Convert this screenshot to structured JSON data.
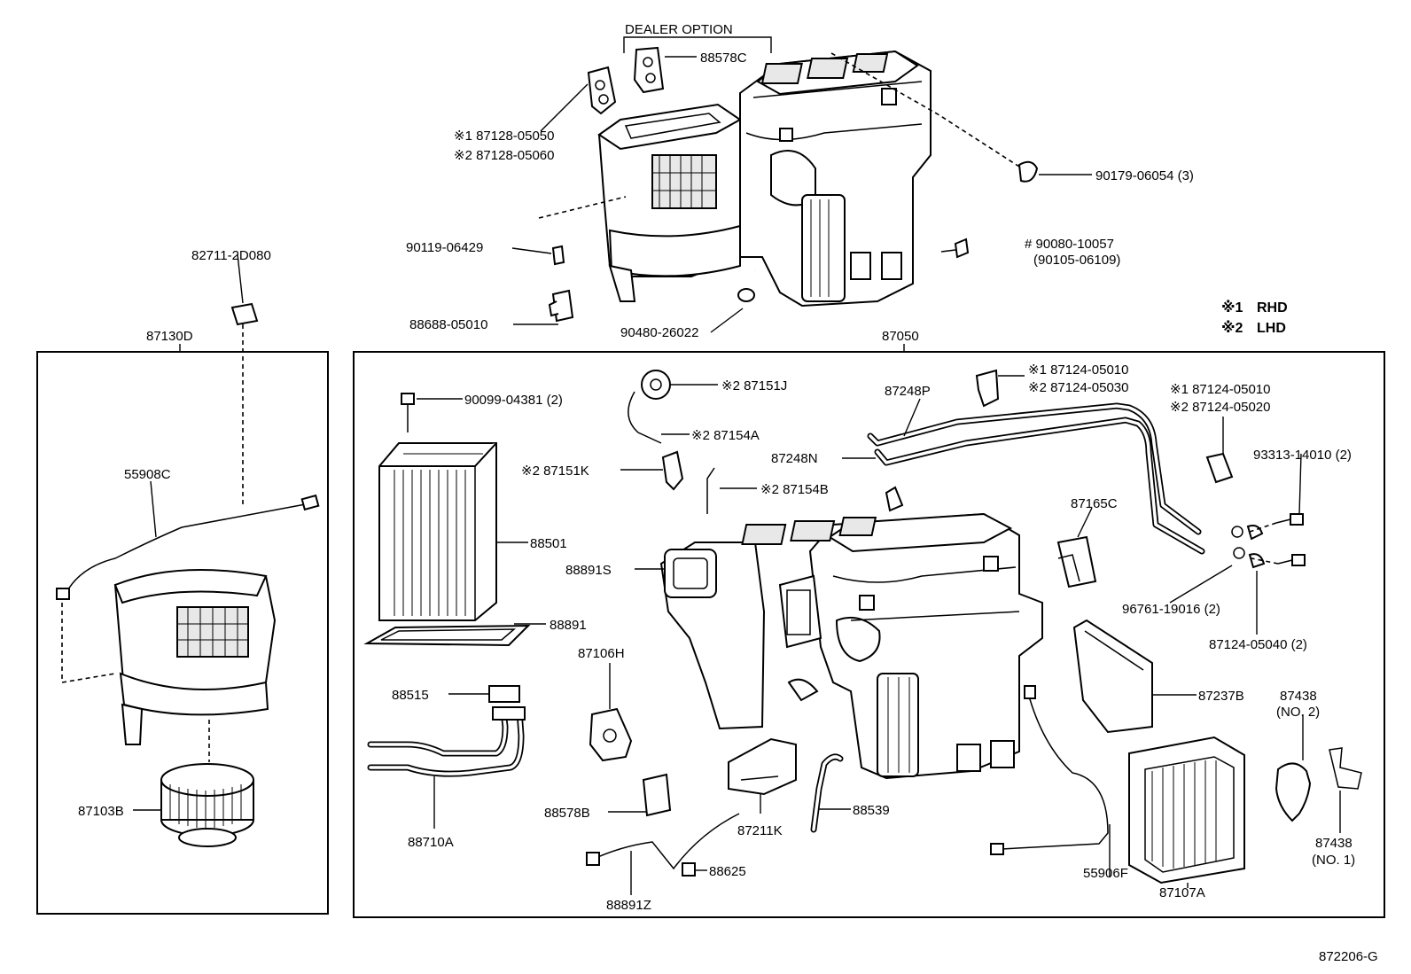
{
  "dealer_option": "DEALER OPTION",
  "legend": {
    "mark1": "※1",
    "mark1_text": "RHD",
    "mark2": "※2",
    "mark2_text": "LHD"
  },
  "diagram_code": "872206-G",
  "groups": {
    "left_box": "87130D",
    "right_box": "87050"
  },
  "labels": {
    "p88578C": "88578C",
    "p87128_1": "※1 87128-05050",
    "p87128_2": "※2 87128-05060",
    "p90179": "90179-06054 (3)",
    "p90119": "90119-06429",
    "p90080": "# 90080-10057",
    "p90105": "(90105-06109)",
    "p88688": "88688-05010",
    "p90480": "90480-26022",
    "p82711": "82711-2D080",
    "p55908C": "55908C",
    "p87103B": "87103B",
    "p90099": "90099-04381 (2)",
    "p88501": "88501",
    "p88891S": "88891S",
    "p88891": "88891",
    "p88515": "88515",
    "p88710A": "88710A",
    "p87106H": "87106H",
    "p88578B": "88578B",
    "p88891Z": "88891Z",
    "p88625": "88625",
    "p87151J": "※2 87151J",
    "p87154A": "※2 87154A",
    "p87151K": "※2 87151K",
    "p87154B": "※2 87154B",
    "p87248P": "87248P",
    "p87248N": "87248N",
    "p87124_a1": "※1 87124-05010",
    "p87124_a2": "※2 87124-05030",
    "p87124_b1": "※1 87124-05010",
    "p87124_b2": "※2 87124-05020",
    "p93313": "93313-14010 (2)",
    "p87165C": "87165C",
    "p96761": "96761-19016 (2)",
    "p87124_040": "87124-05040 (2)",
    "p87237B": "87237B",
    "p87438_2": "87438",
    "p87438_2n": "(NO. 2)",
    "p87438_1": "87438",
    "p87438_1n": "(NO. 1)",
    "p87107A": "87107A",
    "p55906F": "55906F",
    "p88539": "88539",
    "p87211K": "87211K"
  }
}
